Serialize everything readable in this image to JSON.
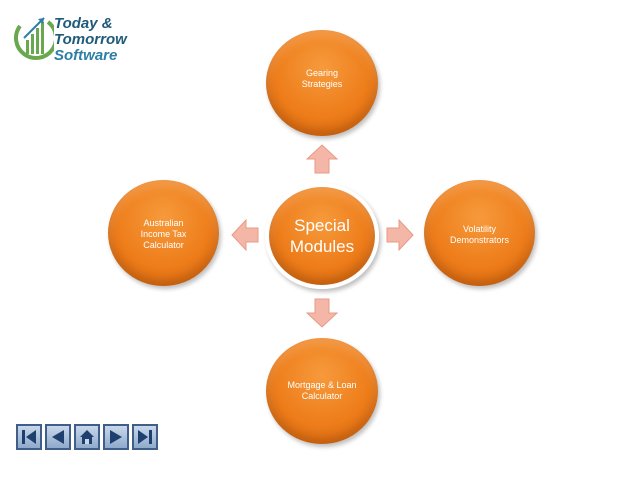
{
  "logo": {
    "line1": "Today &",
    "line2": "Tomorrow",
    "line3": "Software"
  },
  "diagram": {
    "center": "Special\nModules",
    "top": "Gearing\nStrategies",
    "left": "Australian\nIncome Tax\nCalculator",
    "right": "Volatility\nDemonstrators",
    "bottom": "Mortgage & Loan\nCalculator"
  },
  "nav": {
    "buttons": [
      "first-icon",
      "previous-icon",
      "home-icon",
      "next-icon",
      "last-icon"
    ]
  },
  "colors": {
    "circle": "#ee7d1a",
    "arrow": "#f4b6a6",
    "nav_border": "#3f5f8a"
  }
}
